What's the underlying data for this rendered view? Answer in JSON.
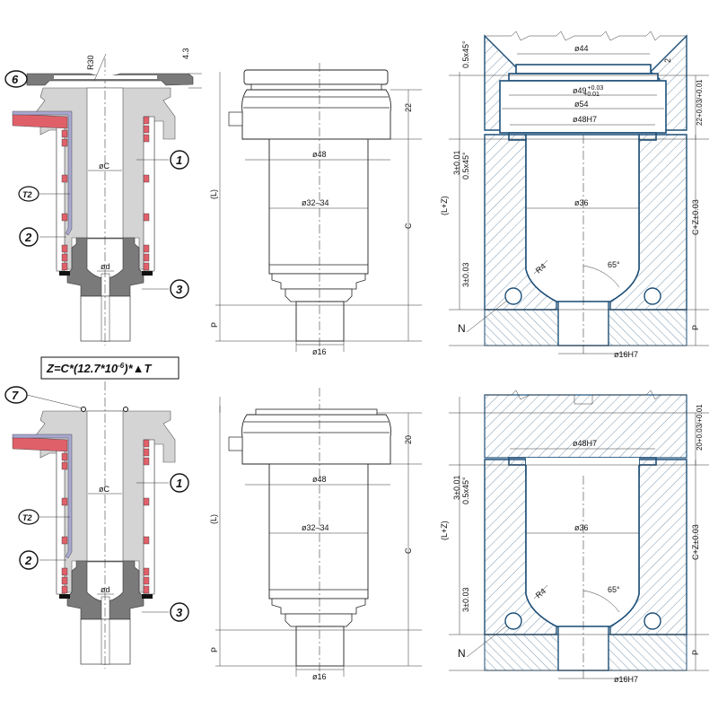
{
  "callouts": {
    "c6": "6",
    "c1": "1",
    "cT2": "T2",
    "c2": "2",
    "c3": "3",
    "c7": "7"
  },
  "left": {
    "r30": "R30",
    "h43": "4.3",
    "oc": "øC",
    "od": "ød"
  },
  "formula": {
    "text": "Z=C*(12.7*10",
    "exp": "-6",
    "tail": ")*▲T"
  },
  "middle_top": {
    "h": "22",
    "c": "C",
    "p": "P",
    "l": "(L)",
    "d48": "ø48",
    "d3234": "ø32–34",
    "d16": "ø16"
  },
  "middle_bottom": {
    "h": "20",
    "c": "C",
    "p": "P",
    "l": "(L)",
    "d48": "ø48",
    "d3234": "ø32–34",
    "d16": "ø16"
  },
  "right_top": {
    "chamfer_top": "0.5x45°",
    "d44": "ø44",
    "two": "2",
    "d49": "ø49",
    "d49_tol_up": "+0.03",
    "d49_tol_lo": "+0.01",
    "d54": "ø54",
    "d48h7": "ø48H7",
    "h22": "22+0.03/+0.01",
    "s3": "3±0.01",
    "chamfer": "0.5x45°",
    "lz": "(L+Z)",
    "d36": "ø36",
    "cz": "C+Z±0.03",
    "r4": "R4",
    "a65": "65°",
    "s3b": "3±0.03",
    "n": "N",
    "p": "P",
    "d16h7": "ø16H7"
  },
  "right_bottom": {
    "d48h7": "ø48H7",
    "h20": "20+0.03/+0.01",
    "s3": "3±0.01",
    "chamfer": "0.5x45°",
    "lz": "(L+Z)",
    "d36": "ø36",
    "cz": "C+Z±0.03",
    "r4": "R4",
    "a65": "65°",
    "s3b": "3±0.03",
    "n": "N",
    "p": "P",
    "d16h7": "ø16H7"
  },
  "colors": {
    "light_gray": "#d4d4d4",
    "dark_gray": "#7a7a7a",
    "heater_red": "#e0606a",
    "thermo_purple": "#a8a8d0",
    "mold_blue": "#1d4f78"
  }
}
